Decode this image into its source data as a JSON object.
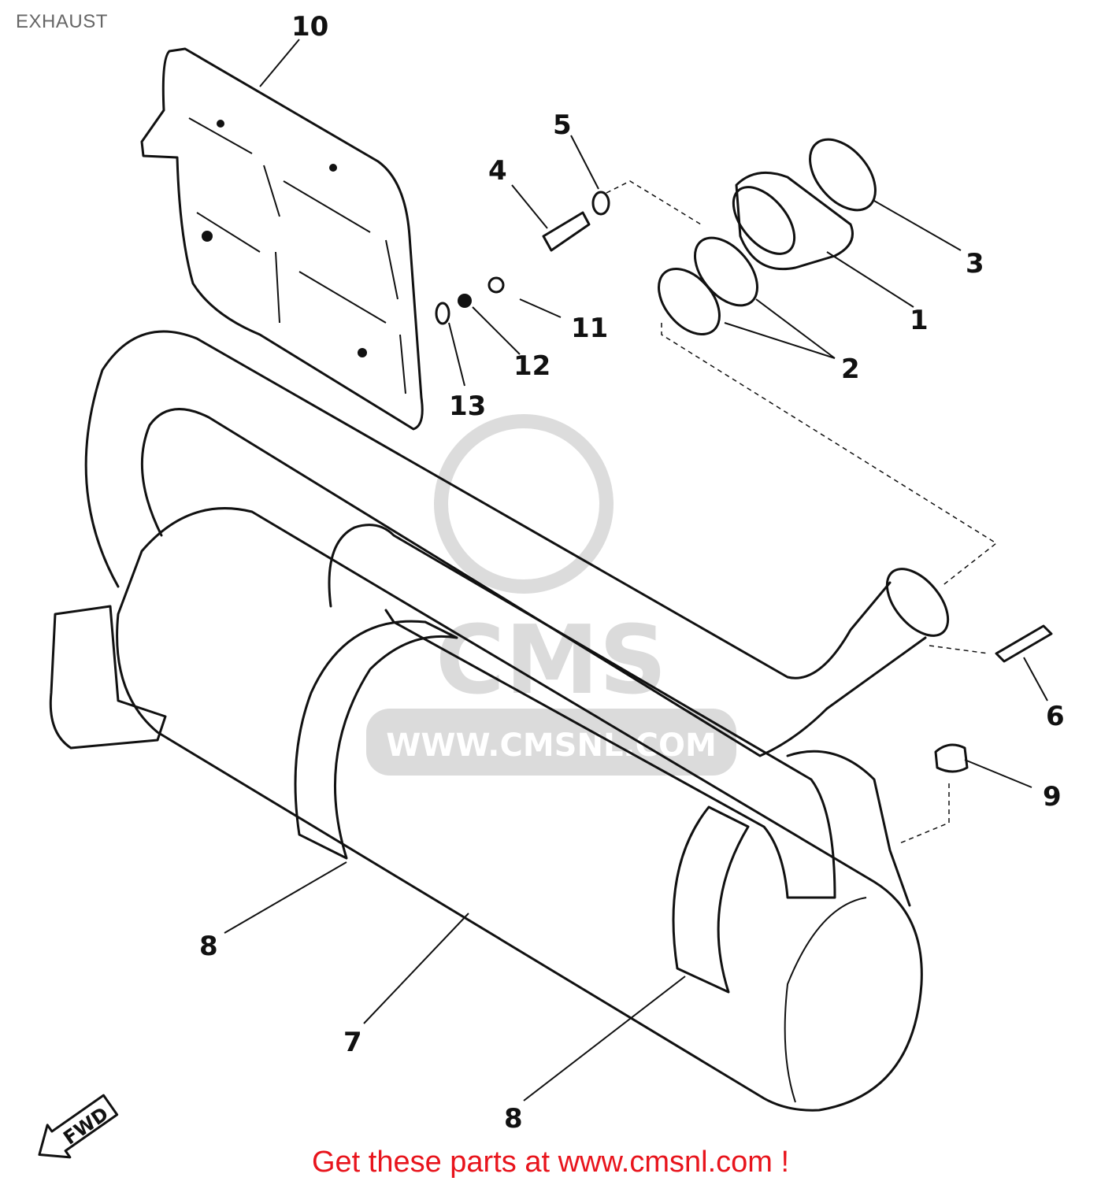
{
  "title": "EXHAUST",
  "watermark": {
    "brand": "CMS",
    "url": "WWW.CMSNL.COM"
  },
  "fwd_label": "FWD",
  "callouts": {
    "c1": "1",
    "c2": "2",
    "c3": "3",
    "c4": "4",
    "c5": "5",
    "c6": "6",
    "c7": "7",
    "c8a": "8",
    "c8b": "8",
    "c9": "9",
    "c10": "10",
    "c11": "11",
    "c12": "12",
    "c13": "13"
  },
  "footer": "Get these parts at www.cmsnl.com !",
  "colors": {
    "footer": "#e8141c",
    "title": "#666666",
    "watermark": "#d8d8d8"
  }
}
